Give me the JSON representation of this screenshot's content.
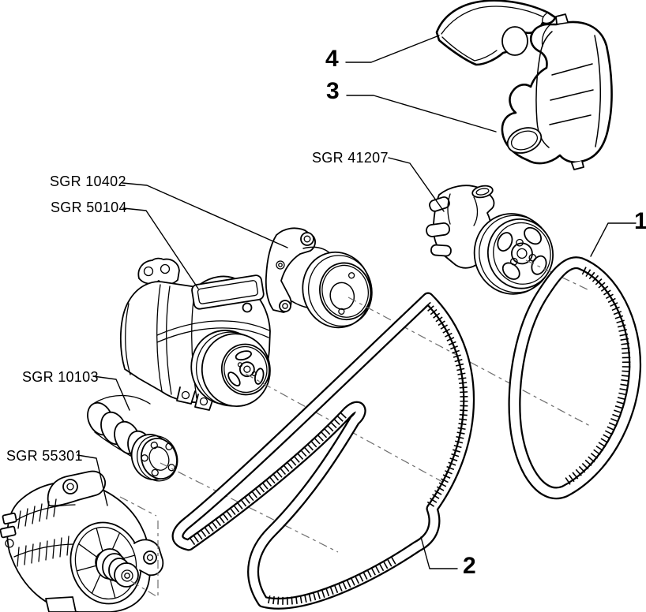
{
  "diagram": {
    "background": "#ffffff",
    "line_color": "#000000",
    "axis_line_color": "#6e6e6e",
    "callouts": {
      "item_1": "1",
      "item_2": "2",
      "item_3": "3",
      "item_4": "4",
      "sgr_41207": "SGR 41207",
      "sgr_10402": "SGR 10402",
      "sgr_50104": "SGR 50104",
      "sgr_10103": "SGR 10103",
      "sgr_55301": "SGR 55301"
    }
  }
}
